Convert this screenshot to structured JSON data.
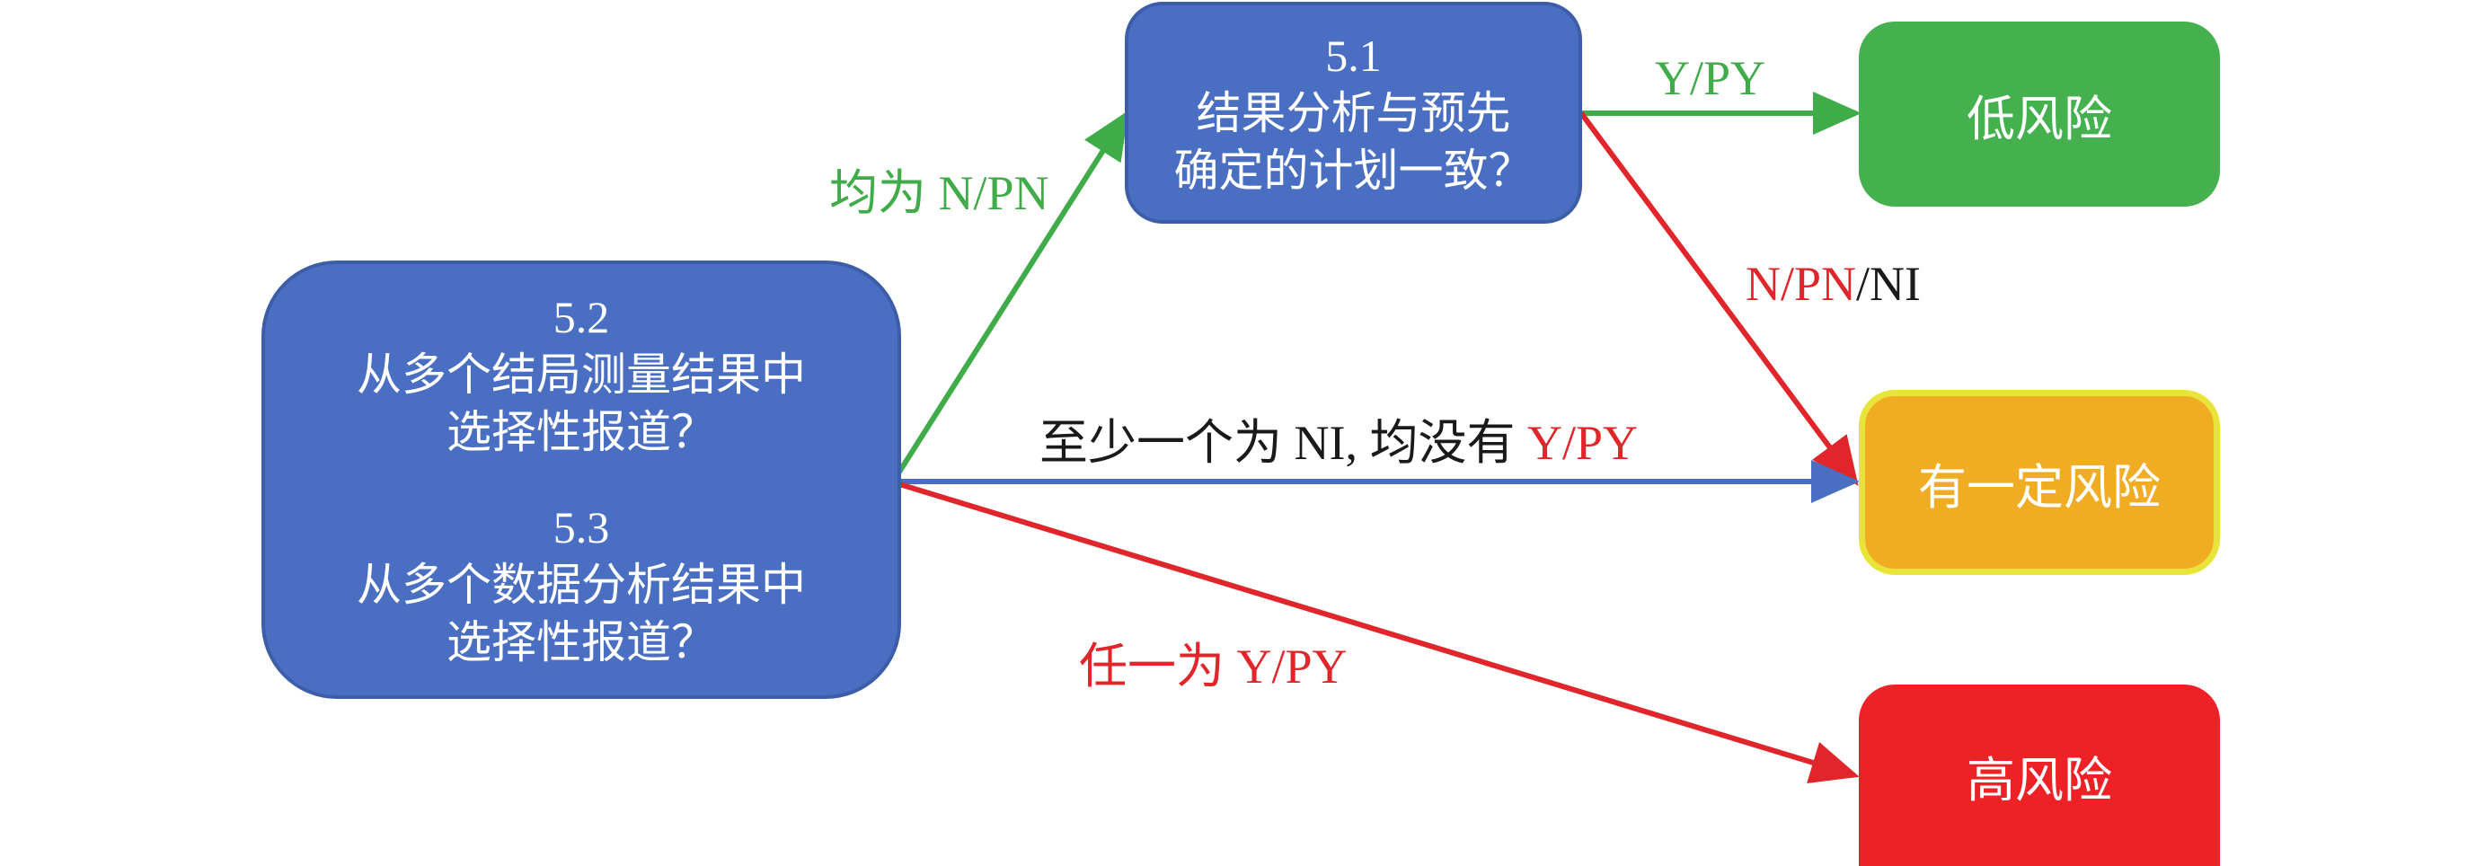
{
  "q51": {
    "number": "5.1",
    "line1": "结果分析与预先",
    "line2": "确定的计划一致？"
  },
  "q52": {
    "number": "5.2",
    "line1": "从多个结局测量结果中",
    "line2": "选择性报道？"
  },
  "q53": {
    "number": "5.3",
    "line1": "从多个数据分析结果中",
    "line2": "选择性报道？"
  },
  "outcomes": {
    "low": "低风险",
    "some": "有一定风险",
    "high": "高风险"
  },
  "edges": {
    "all_n_pn": "均为 N/PN",
    "y_py_top": "Y/PY",
    "n_pn": "N/PN",
    "ni": "/NI",
    "at_least_prefix": "至少一个为 NI, 均没有 ",
    "at_least_ypy": "Y/PY",
    "any_ypy": "任一为 Y/PY"
  },
  "colors": {
    "blue_box": "#4a6fc2",
    "green": "#44b04e",
    "orange": "#f0ad24",
    "orange_border": "#e9e43a",
    "red": "#ee2226",
    "blue_arrow": "#4a6fc2",
    "green_arrow": "#3fab49",
    "red_arrow": "#e0262b"
  }
}
